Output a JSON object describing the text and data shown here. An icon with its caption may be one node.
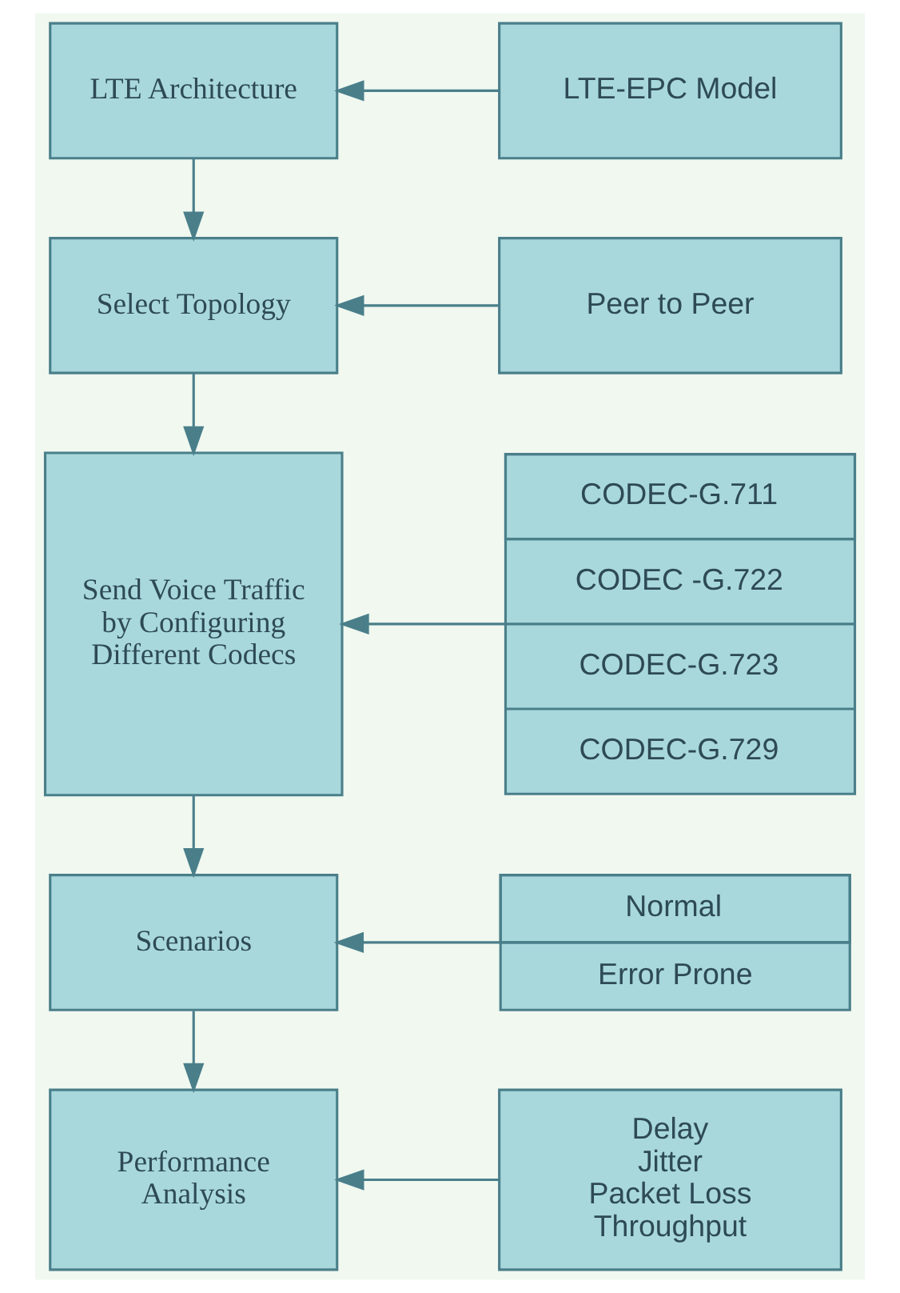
{
  "diagram": {
    "nodes": [
      {
        "text": [
          "LTE Architecture"
        ]
      },
      {
        "text": [
          "LTE-EPC Model"
        ]
      },
      {
        "text": [
          "Select Topology"
        ]
      },
      {
        "text": [
          "Peer to Peer"
        ]
      },
      {
        "text": [
          "Send Voice Traffic by Configuring Different Codecs"
        ]
      },
      {
        "text": [
          "CODEC-G.711",
          "CODEC -G.722",
          "CODEC-G.723",
          "CODEC-G.729"
        ]
      },
      {
        "text": [
          "Scenarios"
        ]
      },
      {
        "text": [
          "Normal",
          "Error Prone"
        ]
      },
      {
        "text": [
          "Performance Analysis"
        ]
      },
      {
        "text": [
          "Delay",
          "Jitter",
          "Packet Loss",
          "Throughput"
        ]
      }
    ],
    "edges": [
      {
        "from": 1,
        "to": 0,
        "arrow": "to"
      },
      {
        "from": 0,
        "to": 2,
        "arrow": "to"
      },
      {
        "from": 3,
        "to": 2,
        "arrow": "to"
      },
      {
        "from": 2,
        "to": 4,
        "arrow": "to"
      },
      {
        "from": 5,
        "to": 4,
        "arrow": "to"
      },
      {
        "from": 4,
        "to": 6,
        "arrow": "to"
      },
      {
        "from": 7,
        "to": 6,
        "arrow": "to"
      },
      {
        "from": 6,
        "to": 8,
        "arrow": "to"
      },
      {
        "from": 9,
        "to": 8,
        "arrow": "to"
      }
    ]
  }
}
